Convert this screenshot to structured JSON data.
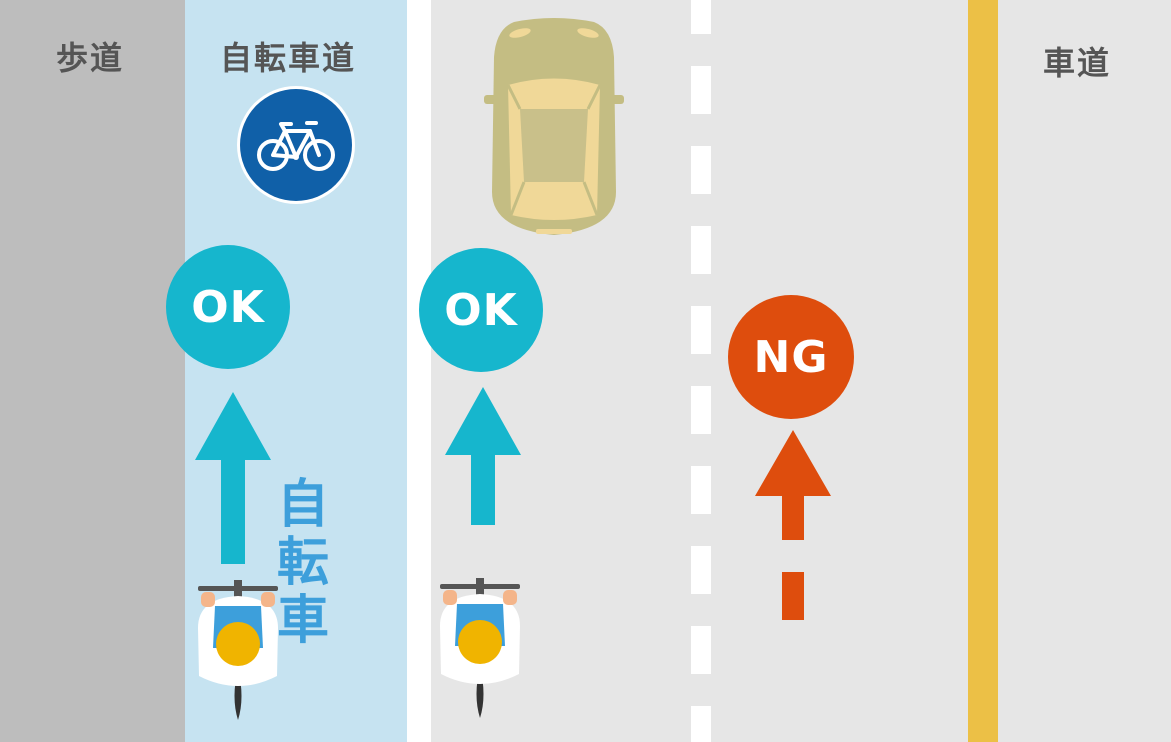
{
  "labels": {
    "sidewalk": "歩道",
    "bike_lane": "自転車道",
    "roadway": "車道",
    "bicycle_vertical": [
      "自",
      "転",
      "車"
    ]
  },
  "badges": {
    "ok_bike_lane": "OK",
    "ok_roadway": "OK",
    "ng_opposite": "NG"
  },
  "colors": {
    "sidewalk": "#bdbdbd",
    "bike_lane": "#c6e3f1",
    "roadway": "#e6e6e6",
    "center_line": "#ecc046",
    "ok": "#16b6cd",
    "ng": "#de4d0d",
    "sign_blue": "#1060a8",
    "car_body": "#c4bd83",
    "rider_helmet": "#f0b400"
  },
  "icons": {
    "bike_sign": "bicycle-sign-icon",
    "car": "car-icon",
    "cyclist": "cyclist-icon"
  }
}
